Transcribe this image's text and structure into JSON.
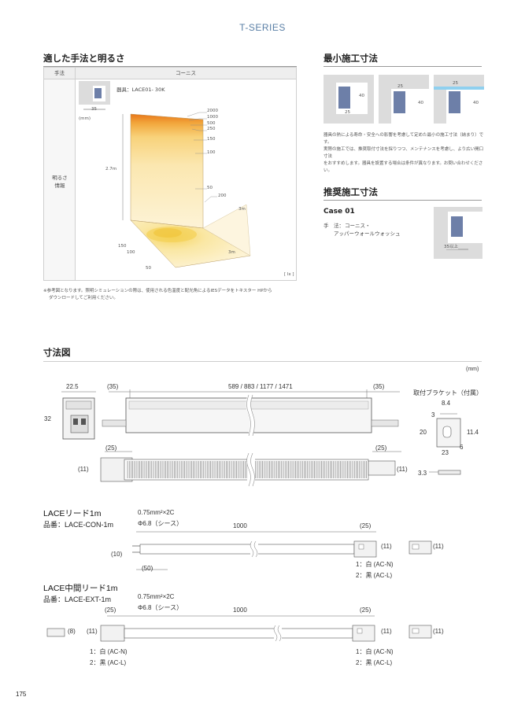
{
  "header": {
    "series": "T-SERIES"
  },
  "method_section": {
    "title": "適した手法と明るさ",
    "col_method": "手法",
    "col_cornice": "コーニス",
    "row_label_line1": "明るさ",
    "row_label_line2": "情報",
    "fixture": "器具：LACE01- 30K",
    "inset_dim": "35",
    "inset_unit": "(mm)",
    "height": "2.7m",
    "wall_levels": [
      "2000",
      "1000",
      "500",
      "250",
      "150",
      "100",
      "50",
      "200"
    ],
    "floor_levels": [
      "150",
      "100",
      "50"
    ],
    "floor_dim1": "3m",
    "floor_dim2": "3m",
    "unit": "[ lx ]",
    "note_line1": "※参考図となります。照明シミュレーションの際は、使用される色温度と配光角によるIESデータをトキスター HPから",
    "note_line2": "ダウンロードしてご利用ください。"
  },
  "min_section": {
    "title": "最小施工寸法",
    "box1": {
      "w": "25",
      "h": "40"
    },
    "box2": {
      "w": "25",
      "h": "40"
    },
    "box3": {
      "w": "25",
      "h": "40"
    },
    "desc_line1": "器具の熱による寿命・安全への影響を考慮して定めた最小の施工寸法（納まり）です。",
    "desc_line2": "実際の施工では、推奨取付寸法を採りつつ、メンテナンスを考慮し、より広い開口寸法",
    "desc_line3": "をおすすめします。器具を設置する場合は条件が異なります。お問い合わせください。"
  },
  "rec_section": {
    "title": "推奨施工寸法",
    "case": "Case 01",
    "method_label": "手　法：",
    "method_line1": "コーニス・",
    "method_line2": "アッパーウォールウォッシュ",
    "dim": "35以上"
  },
  "dim_section": {
    "title": "寸法図",
    "unit": "(mm)",
    "width": "22.5",
    "height": "32",
    "left_gap": "(35)",
    "right_gap": "(35)",
    "lengths": "589 / 883 / 1177 / 1471",
    "bot_left": "(25)",
    "bot_right": "(25)",
    "bot_h_left": "(11)",
    "bot_h_right": "(11)",
    "bracket_title": "取付ブラケット（付属）",
    "bracket": {
      "w_top": "8.4",
      "w_mid": "3",
      "h": "20",
      "h_right": "11.4",
      "w_bot": "23",
      "d": "6",
      "t": "3.3"
    }
  },
  "lead1": {
    "title": "LACEリード1m",
    "part": "品番：LACE-CON-1m",
    "spec1": "0.75mm²×2C",
    "spec2": "Φ6.8（シース）",
    "length": "1000",
    "right_gap": "(25)",
    "left_h": "(10)",
    "right_h": "(11)",
    "end_h": "(11)",
    "strip": "(50)",
    "wire1": "1：白 (AC-N)",
    "wire2": "2：黒 (AC-L)"
  },
  "lead2": {
    "title": "LACE中間リード1m",
    "part": "品番：LACE-EXT-1m",
    "spec1": "0.75mm²×2C",
    "spec2": "Φ6.8（シース）",
    "length": "1000",
    "left_gap": "(25)",
    "right_gap": "(25)",
    "left_end_h": "(8)",
    "left_h": "(11)",
    "right_h": "(11)",
    "end_h": "(11)",
    "wire1_l": "1：白 (AC-N)",
    "wire2_l": "2：黒 (AC-L)",
    "wire1_r": "1：白 (AC-N)",
    "wire2_r": "2：黒 (AC-L)"
  },
  "footer": {
    "page": "175"
  }
}
